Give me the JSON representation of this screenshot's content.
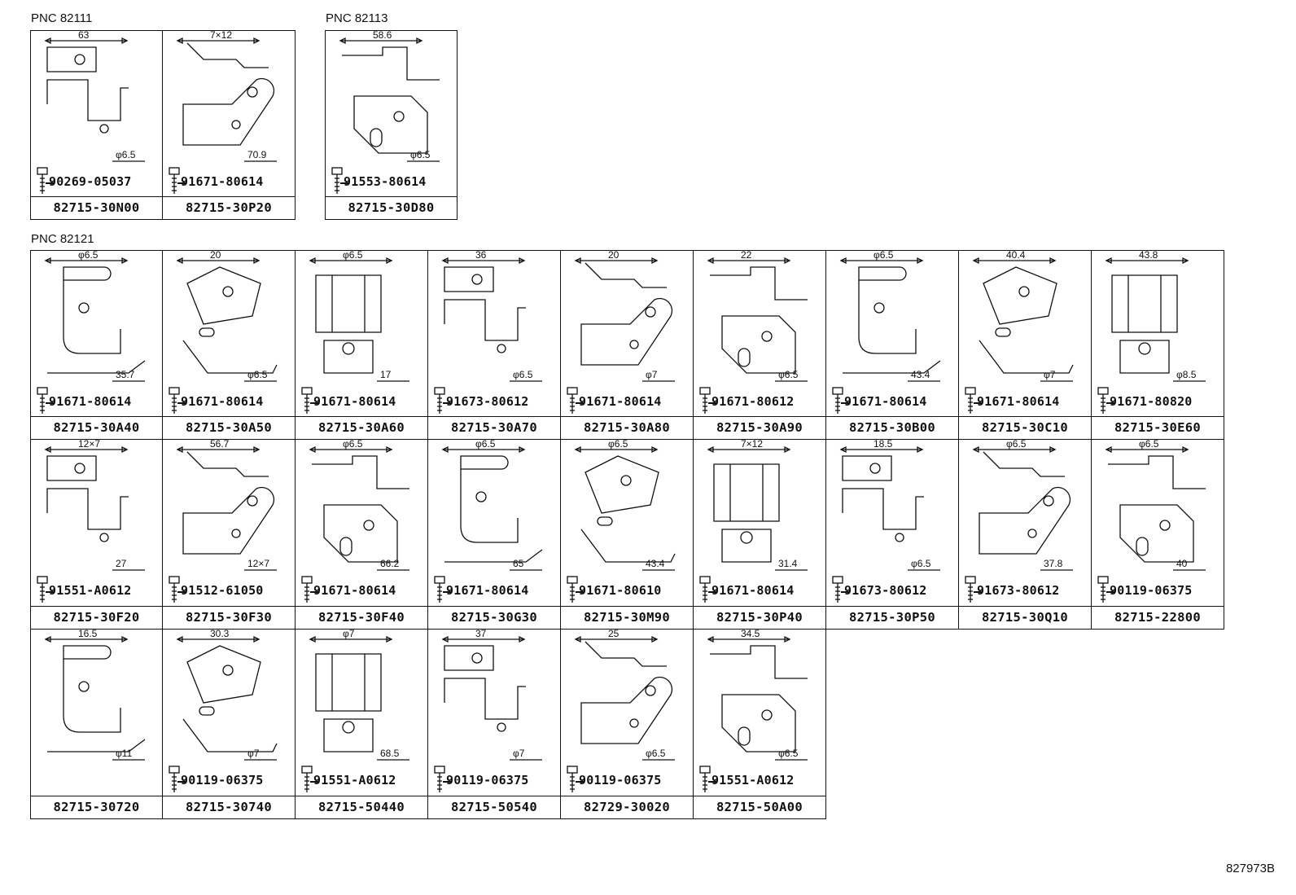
{
  "groups": [
    {
      "label": "PNC 82111",
      "cells": [
        {
          "bolt": "90269-05037",
          "part": "82715-30N00",
          "dims": [
            "63",
            "φ6.5"
          ]
        },
        {
          "bolt": "91671-80614",
          "part": "82715-30P20",
          "dims": [
            "7×12",
            "70.9"
          ]
        }
      ]
    },
    {
      "label": "PNC 82113",
      "cells": [
        {
          "bolt": "91553-80614",
          "part": "82715-30D80",
          "dims": [
            "58.6",
            "φ6.5"
          ]
        }
      ]
    },
    {
      "label": "PNC 82121",
      "cells": [
        {
          "bolt": "91671-80614",
          "part": "82715-30A40",
          "dims": [
            "φ6.5",
            "35.7"
          ]
        },
        {
          "bolt": "91671-80614",
          "part": "82715-30A50",
          "dims": [
            "20",
            "φ6.5"
          ]
        },
        {
          "bolt": "91671-80614",
          "part": "82715-30A60",
          "dims": [
            "φ6.5",
            "17"
          ]
        },
        {
          "bolt": "91673-80612",
          "part": "82715-30A70",
          "dims": [
            "36",
            "φ6.5"
          ]
        },
        {
          "bolt": "91671-80614",
          "part": "82715-30A80",
          "dims": [
            "20",
            "φ7"
          ]
        },
        {
          "bolt": "91671-80612",
          "part": "82715-30A90",
          "dims": [
            "22",
            "φ6.5"
          ]
        },
        {
          "bolt": "91671-80614",
          "part": "82715-30B00",
          "dims": [
            "φ6.5",
            "43.4"
          ]
        },
        {
          "bolt": "91671-80614",
          "part": "82715-30C10",
          "dims": [
            "40.4",
            "φ7"
          ]
        },
        {
          "bolt": "91671-80820",
          "part": "82715-30E60",
          "dims": [
            "43.8",
            "φ8.5"
          ]
        },
        {
          "bolt": "91551-A0612",
          "part": "82715-30F20",
          "dims": [
            "12×7",
            "27"
          ]
        },
        {
          "bolt": "91512-61050",
          "part": "82715-30F30",
          "dims": [
            "56.7",
            "12×7"
          ]
        },
        {
          "bolt": "91671-80614",
          "part": "82715-30F40",
          "dims": [
            "φ6.5",
            "66.2"
          ]
        },
        {
          "bolt": "91671-80614",
          "part": "82715-30G30",
          "dims": [
            "φ6.5",
            "65"
          ]
        },
        {
          "bolt": "91671-80610",
          "part": "82715-30M90",
          "dims": [
            "φ6.5",
            "43.4"
          ]
        },
        {
          "bolt": "91671-80614",
          "part": "82715-30P40",
          "dims": [
            "7×12",
            "31.4"
          ]
        },
        {
          "bolt": "91673-80612",
          "part": "82715-30P50",
          "dims": [
            "18.5",
            "φ6.5"
          ]
        },
        {
          "bolt": "91673-80612",
          "part": "82715-30Q10",
          "dims": [
            "φ6.5",
            "37.8"
          ]
        },
        {
          "bolt": "90119-06375",
          "part": "82715-22800",
          "dims": [
            "φ6.5",
            "40"
          ]
        },
        {
          "bolt": "",
          "part": "82715-30720",
          "dims": [
            "16.5",
            "φ11"
          ]
        },
        {
          "bolt": "90119-06375",
          "part": "82715-30740",
          "dims": [
            "30.3",
            "φ7"
          ]
        },
        {
          "bolt": "91551-A0612",
          "part": "82715-50440",
          "dims": [
            "φ7",
            "68.5"
          ]
        },
        {
          "bolt": "90119-06375",
          "part": "82715-50540",
          "dims": [
            "37",
            "φ7"
          ]
        },
        {
          "bolt": "90119-06375",
          "part": "82729-30020",
          "dims": [
            "25",
            "φ6.5"
          ]
        },
        {
          "bolt": "91551-A0612",
          "part": "82715-50A00",
          "dims": [
            "34.5",
            "φ6.5"
          ]
        }
      ]
    }
  ],
  "diagram_code": "827973B"
}
